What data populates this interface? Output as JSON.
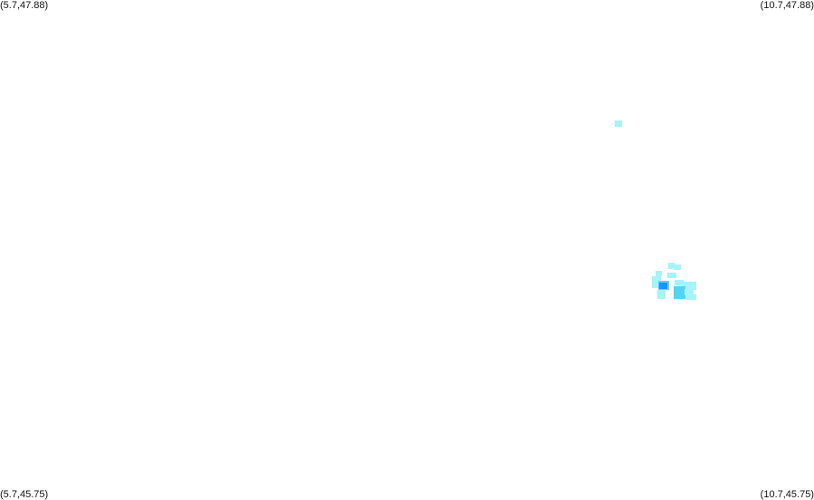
{
  "corners": {
    "top_left": "(5.7,47.88)",
    "top_right": "(10.7,47.88)",
    "bottom_left": "(5.7,45.75)",
    "bottom_right": "(10.7,45.75)"
  },
  "colors": {
    "background": "#ffffff",
    "cell_light": "#a6f3f8",
    "cell_medium": "#55d3f2",
    "cell_dark": "#1e90ff"
  }
}
